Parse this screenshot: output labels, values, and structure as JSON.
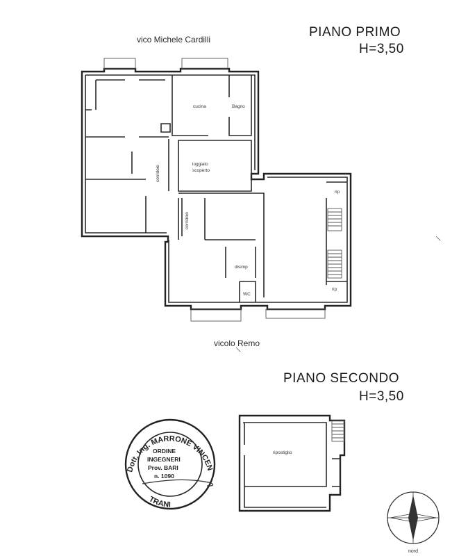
{
  "floor_primo": {
    "title": "PIANO PRIMO",
    "height": "H=3,50"
  },
  "floor_secondo": {
    "title": "PIANO SECONDO",
    "height": "H=3,50"
  },
  "streets": {
    "top": "vico Michele Cardilli",
    "bottom": "vicolo Remo"
  },
  "rooms": {
    "cucina": "cucina",
    "bagno": "Bagno",
    "loggiato_1": "loggiato",
    "loggiato_2": "scoperto",
    "corridoio_1": "corridoio",
    "corridoio_2": "corridoio",
    "disimp": "disimp",
    "wc": "WC",
    "rip_1": "rip",
    "rip_2": "rip",
    "ripostiglio": "ripostiglio"
  },
  "stamp": {
    "ring_top": "Dott. Ing. MARRONE VINCENZO",
    "ring_bottom": "TRANI",
    "line1": "ORDINE",
    "line2": "INGEGNERI",
    "line3": "Prov. BARI",
    "line4": "n. 1090"
  },
  "compass": {
    "label": "nord"
  },
  "colors": {
    "line": "#2a2a2a",
    "stamp": "#222222"
  }
}
